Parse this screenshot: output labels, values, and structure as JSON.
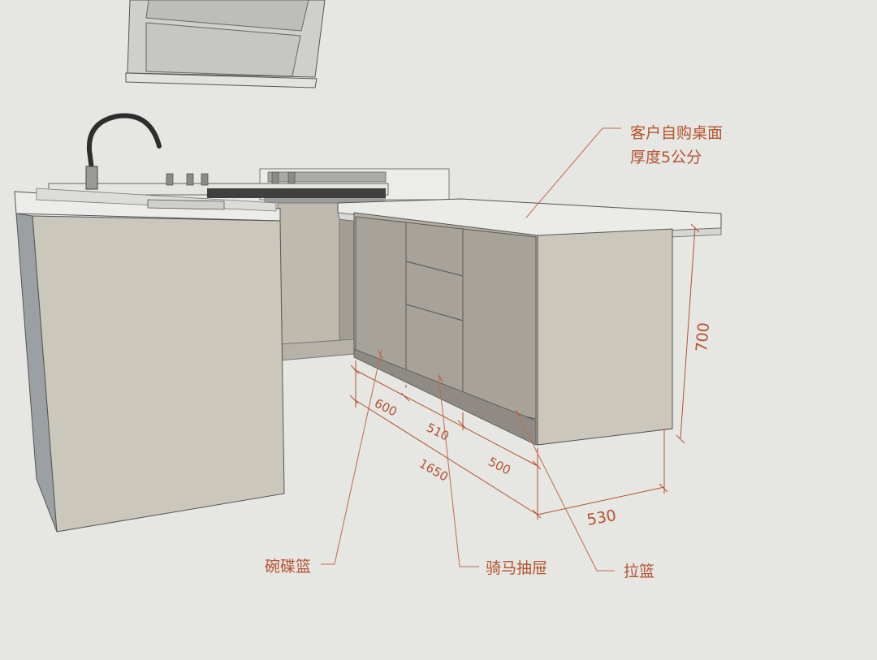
{
  "callouts": {
    "countertop_line1": "客户自购桌面",
    "countertop_line2": "厚度5公分",
    "dish_basket": "碗碟篮",
    "saddle_drawer": "骑马抽屉",
    "pull_basket": "拉篮"
  },
  "dimensions": {
    "seg_600": "600",
    "seg_510": "510",
    "seg_500": "500",
    "total_1650": "1650",
    "depth_530": "530",
    "height_700": "700"
  },
  "colors": {
    "annotation": "#b5532f",
    "background": "#e6e6e3",
    "cabinet_front": "#ccc7bb",
    "cabinet_door": "#a8a39a",
    "countertop": "#ebebe8"
  }
}
